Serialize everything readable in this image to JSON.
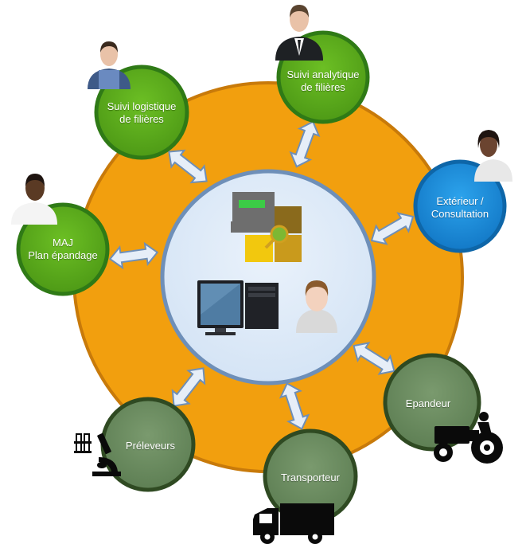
{
  "colors": {
    "outer_ring": "#F29F0E",
    "outer_ring_border": "#C87A0A",
    "center_fill": "#DCEAF8",
    "center_border": "#6E8FB8",
    "green_node": "#5DAA1E",
    "green_border": "#2F7A16",
    "blue_node": "#1E8FDA",
    "blue_border": "#0E66A8",
    "grey_node": "#6E8F63",
    "grey_border": "#2F4A22",
    "arrow_fill": "#E6EEF8",
    "arrow_stroke": "#6E8FB8"
  },
  "nodes": {
    "suivi_logistique": {
      "line1": "Suivi logistique",
      "line2": "de filières",
      "icon": "worker-avatar-icon"
    },
    "suivi_analytique": {
      "line1": "Suivi analytique",
      "line2": "de filières",
      "icon": "businessman-avatar-icon"
    },
    "exterieur": {
      "line1": "Extérieur /",
      "line2": "Consultation",
      "icon": "woman-avatar-icon"
    },
    "maj": {
      "line1": "MAJ",
      "line2": "Plan épandage",
      "icon": "man-avatar-icon"
    },
    "epandeur": {
      "line1": "Epandeur",
      "icon": "tractor-icon"
    },
    "transporteur": {
      "line1": "Transporteur",
      "icon": "truck-icon"
    },
    "preleveurs": {
      "line1": "Préleveurs",
      "icon": "microscope-icon"
    }
  },
  "center": {
    "icons": [
      "logo-e-icon",
      "computer-icon",
      "user-avatar-icon"
    ]
  }
}
